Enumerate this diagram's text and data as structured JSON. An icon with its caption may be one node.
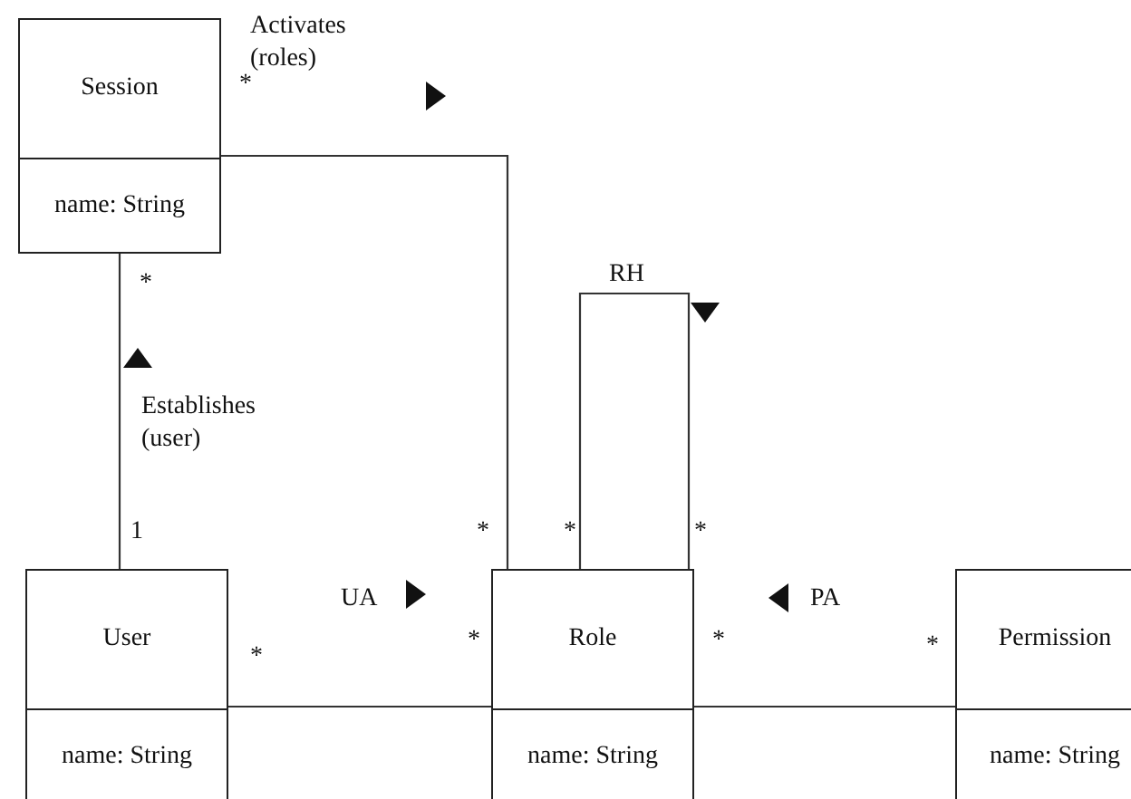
{
  "diagram": {
    "nodes": [
      {
        "text": [
          "Session",
          "name: String"
        ]
      },
      {
        "text": [
          "User",
          "name: String"
        ]
      },
      {
        "text": [
          "Role",
          "name: String"
        ]
      },
      {
        "text": [
          "Permission",
          "name: String"
        ]
      }
    ],
    "edges": [
      {
        "from": 0,
        "to": 2,
        "arrow": "none",
        "label": "Activates (roles)"
      },
      {
        "from": 0,
        "to": 1,
        "arrow": "none",
        "label": "Establishes (user)"
      },
      {
        "from": 1,
        "to": 2,
        "arrow": "none",
        "label": "UA"
      },
      {
        "from": 2,
        "to": 3,
        "arrow": "none",
        "label": "PA"
      },
      {
        "from": 2,
        "to": 2,
        "arrow": "none",
        "label": "RH"
      }
    ],
    "labels": [
      "*",
      "*",
      "1",
      "*",
      "*",
      "*",
      "*",
      "*",
      "*",
      "*"
    ]
  }
}
